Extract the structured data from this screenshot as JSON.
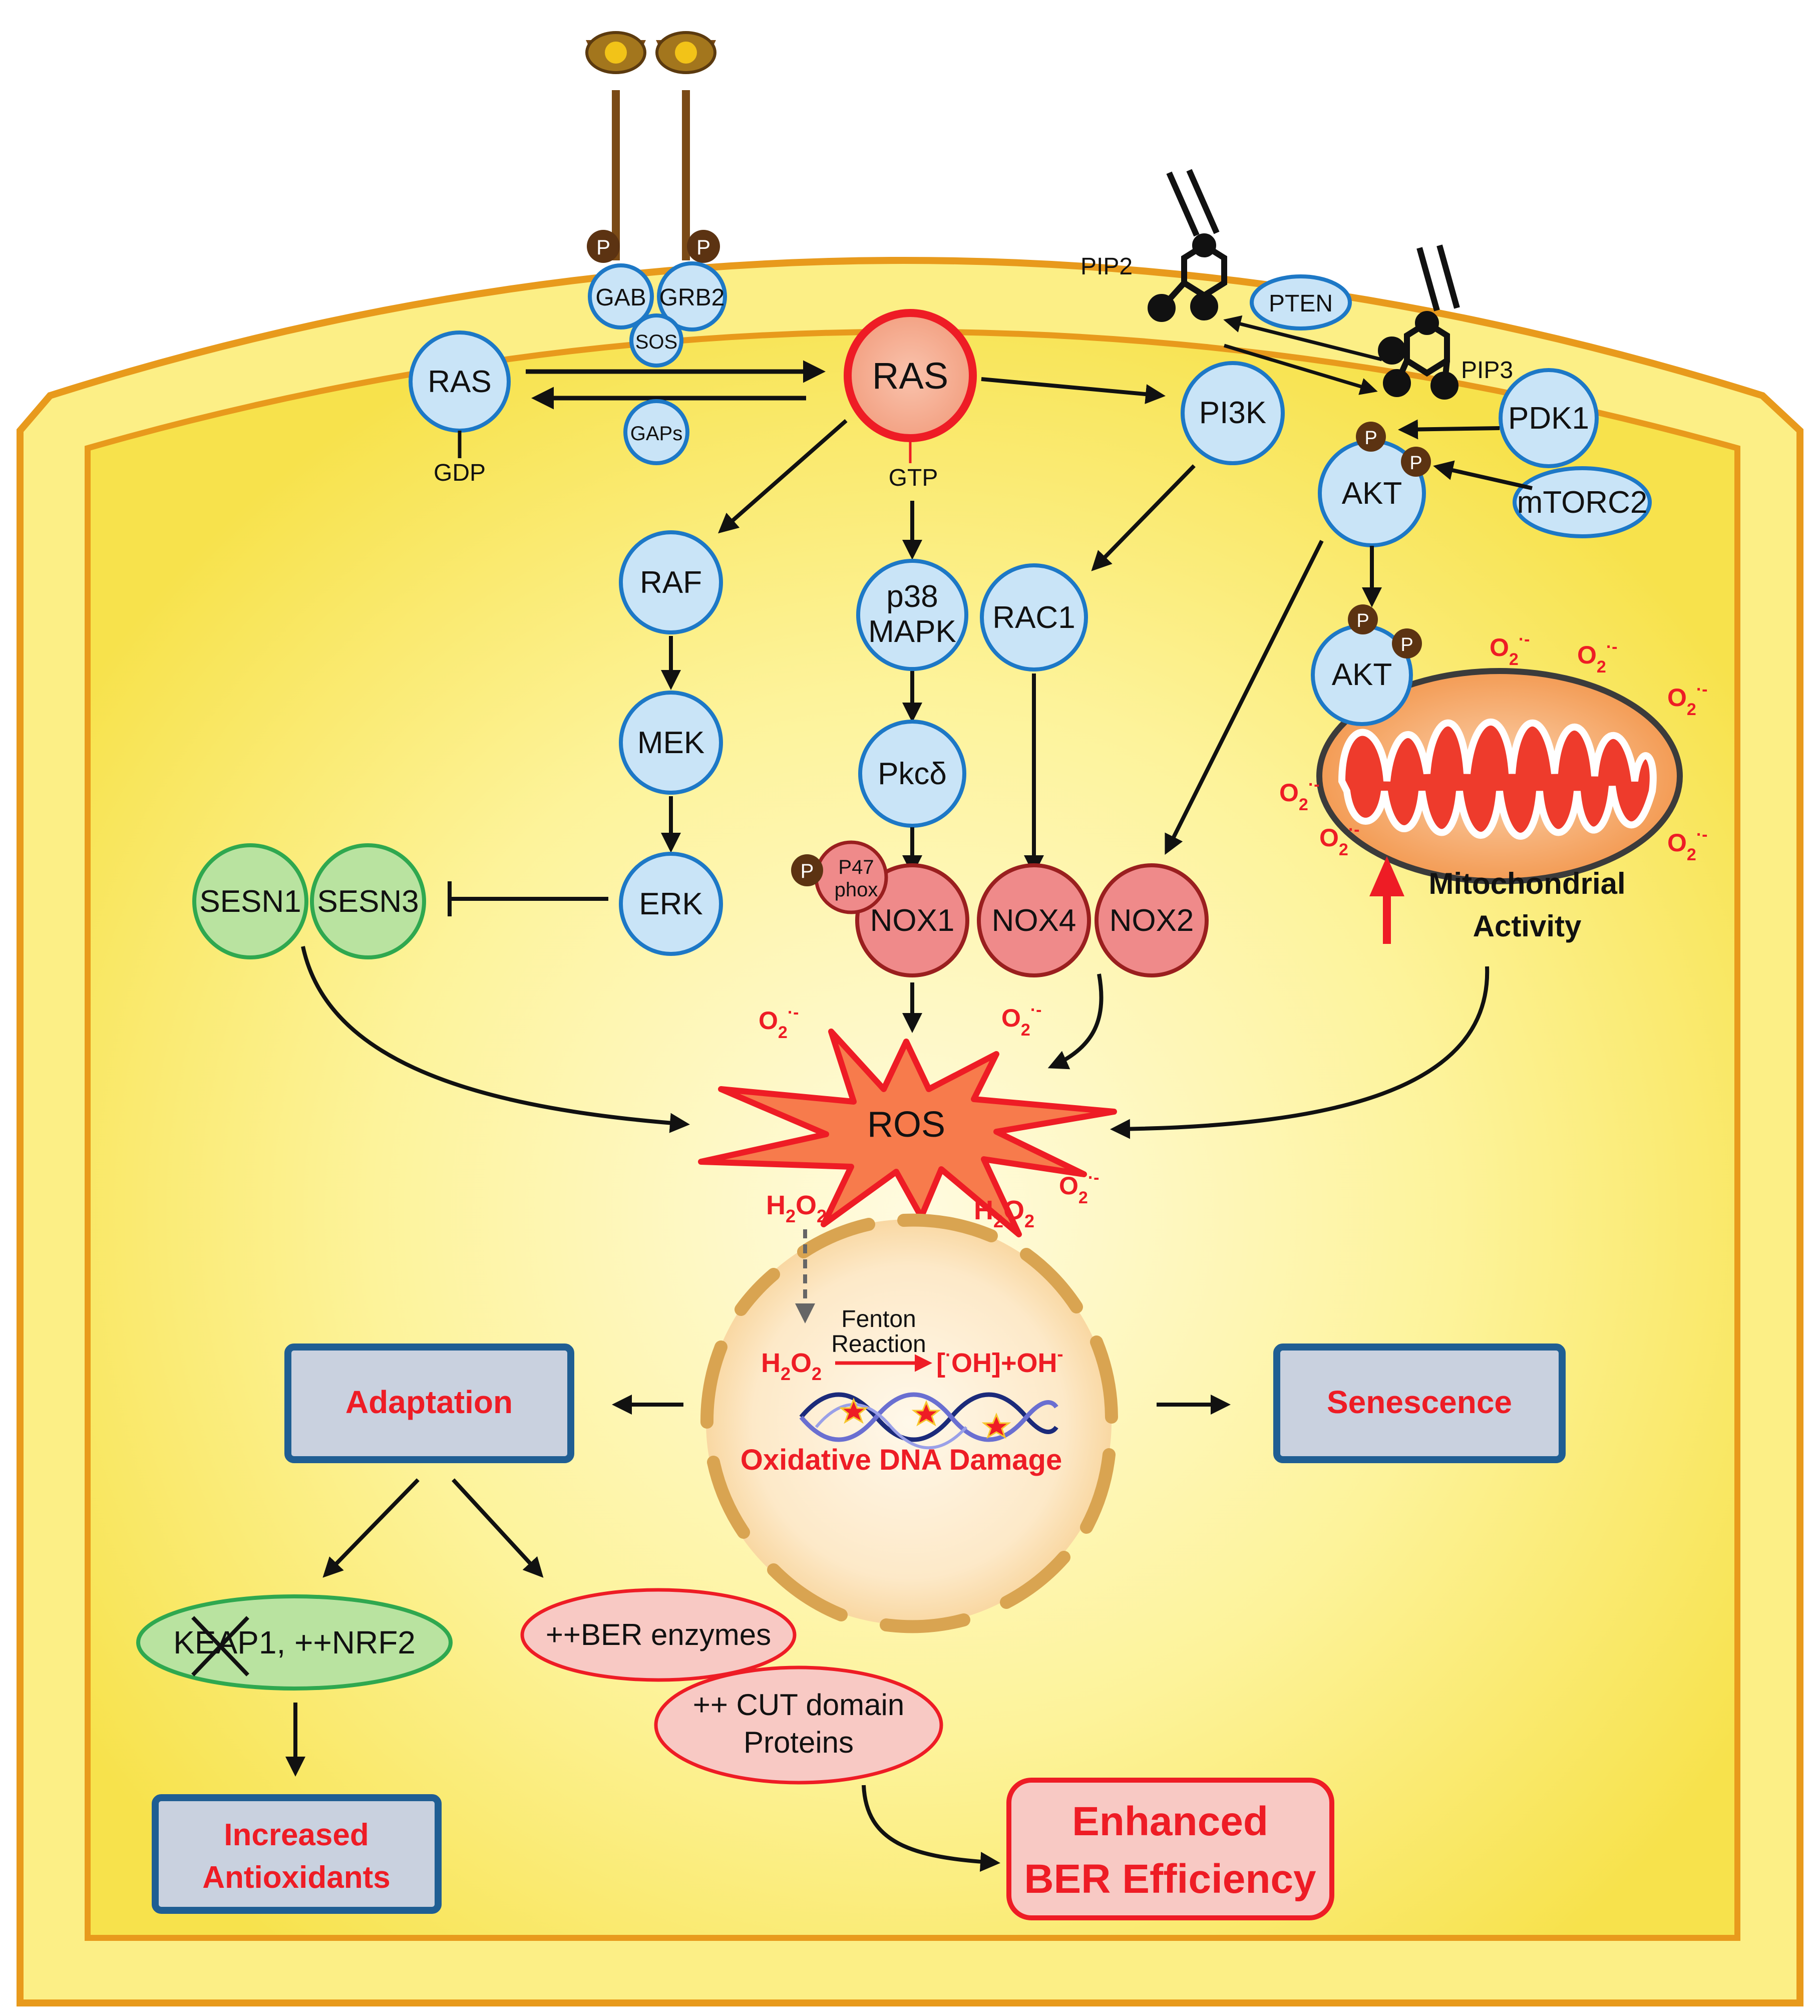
{
  "receptor": {
    "gab": "GAB",
    "grb2": "GRB2",
    "sos": "SOS",
    "phospho": "P"
  },
  "ras_cycle": {
    "ras_inactive": "RAS",
    "gdp": "GDP",
    "gaps": "GAPs",
    "ras_active": "RAS",
    "gtp": "GTP"
  },
  "pi3k_path": {
    "pip2": "PIP2",
    "pip3": "PIP3",
    "pten": "PTEN",
    "pi3k": "PI3K",
    "pdk1": "PDK1",
    "mtorc2": "mTORC2",
    "akt": "AKT",
    "akt_mito": "AKT",
    "rac1": "RAC1"
  },
  "mapk_path": {
    "raf": "RAF",
    "mek": "MEK",
    "erk": "ERK",
    "p38_line1": "p38",
    "p38_line2": "MAPK",
    "pkc": "Pkcδ",
    "p47_line1": "P47",
    "p47_line2": "phox"
  },
  "nox": {
    "nox1": "NOX1",
    "nox4": "NOX4",
    "nox2": "NOX2"
  },
  "sestrins": {
    "sesn1": "SESN1",
    "sesn3": "SESN3"
  },
  "mito": {
    "label_line1": "Mitochondrial",
    "label_line2": "Activity"
  },
  "species": {
    "o2_base": "O",
    "o2_sub": "2",
    "o2_sup": "·-",
    "h2o2_h": "H",
    "h2o2_o": "O",
    "h2o2_sub": "2"
  },
  "ros": {
    "label": "ROS"
  },
  "nucleus": {
    "fenton_line1": "Fenton",
    "fenton_line2": "Reaction",
    "product_bracket_open": "[",
    "product_oh_dot": "·",
    "product_oh": "OH]+OH",
    "product_minus": "-",
    "damage": "Oxidative DNA Damage"
  },
  "outcomes": {
    "adaptation": "Adaptation",
    "senescence": "Senescence",
    "keap_strike": "KEAP",
    "keap_rest": "1, ++NRF2",
    "ber_enzymes": "++BER enzymes",
    "cut_line1": "++ CUT domain",
    "cut_line2": "Proteins",
    "antiox_line1": "Increased",
    "antiox_line2": "Antioxidants",
    "ber_eff_line1": "Enhanced",
    "ber_eff_line2": "BER Efficiency"
  },
  "colors": {
    "membrane": "#e89a1c",
    "cytoplasm": "#fcef86",
    "node_blue": "#c9e4f7",
    "node_blue_stroke": "#1d78c6",
    "node_red": "#ef8a8a",
    "node_green": "#b9e3a0",
    "accent_red": "#ee1c25",
    "box_grey": "#c9d1df",
    "box_stroke": "#1f5e93"
  }
}
